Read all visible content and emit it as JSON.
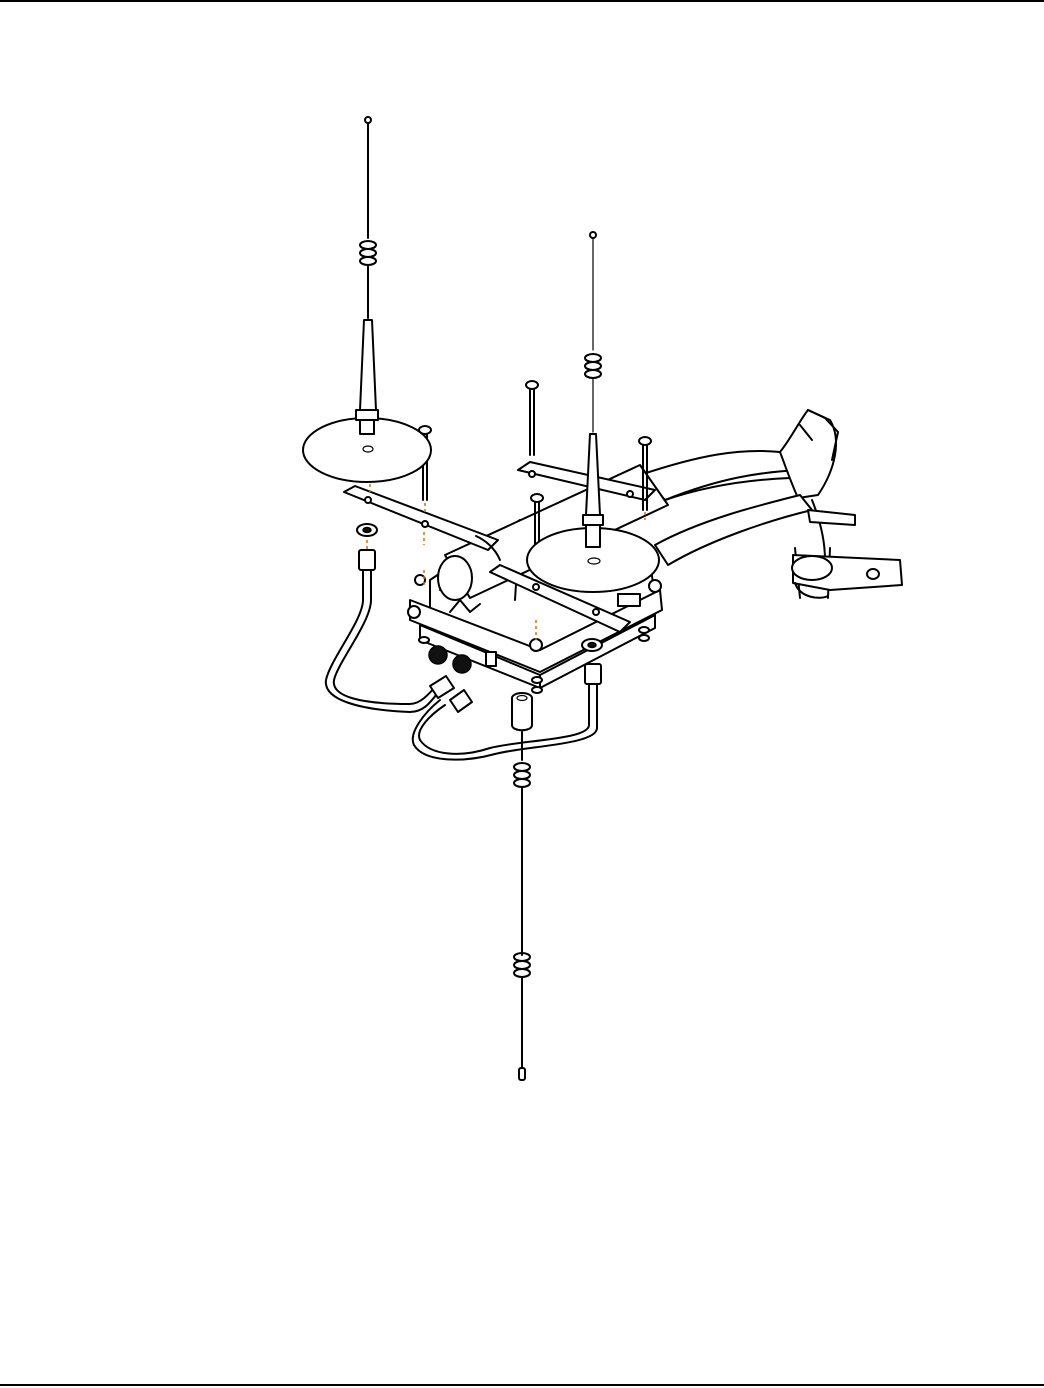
{
  "figure": {
    "kind": "exploded-assembly-line-drawing",
    "parts": [
      "antenna-whip-left",
      "antenna-whip-center",
      "antenna-whip-bottom",
      "ground-plane-disc-left",
      "ground-plane-disc-right",
      "mounting-bracket-left",
      "mounting-bracket-right",
      "mounting-bracket-top",
      "bolt",
      "nut-washer",
      "enclosure-box",
      "coax-cable-left",
      "coax-cable-right",
      "pole-mount-arm",
      "pole-clamp",
      "connector-sleeve"
    ],
    "colors": {
      "line": "#000000",
      "background": "#ffffff",
      "guide": "#c8741a"
    }
  }
}
